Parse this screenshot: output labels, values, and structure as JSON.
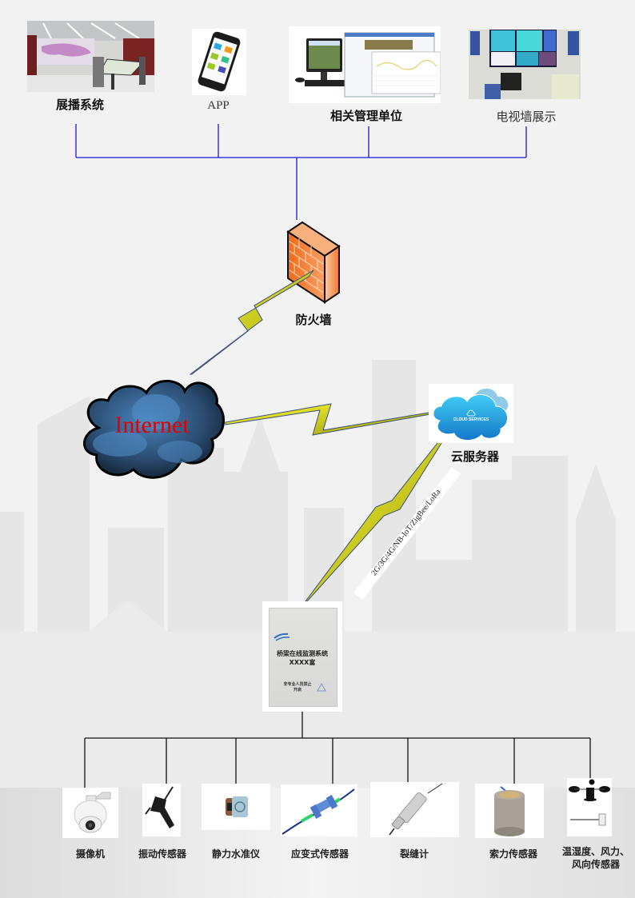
{
  "colors": {
    "top_connector": "#1a1acc",
    "bottom_connector": "#111111",
    "internet_text": "#e00000",
    "lightning_fill": "#f2f20a",
    "firewall_orange": "#f47a2a"
  },
  "top_nodes": [
    {
      "label": "展播系统",
      "icon": "control-room-photo"
    },
    {
      "label": "APP",
      "icon": "smartphone-app-photo"
    },
    {
      "label": "相关管理单位",
      "icon": "computer-dashboard-photo"
    },
    {
      "label": "电视墙展示",
      "icon": "tv-wall-photo"
    }
  ],
  "firewall": {
    "label": "防火墙",
    "icon": "firewall-brick-icon"
  },
  "internet": {
    "label": "Internet",
    "icon": "storm-cloud-icon"
  },
  "cloud_server": {
    "label": "云服务器",
    "badge": "CLOUD SERVICES",
    "icon": "cloud-services-icon"
  },
  "wireless_link": {
    "label": "2G/3G/4G/NB-IoT/ZigBee/LoRa"
  },
  "cabinet": {
    "title": "桥梁在线监测系统",
    "subtitle": "XXXX富",
    "warning": "非专业人员禁止",
    "warning2": "开启"
  },
  "sensors": [
    {
      "label": "摄像机",
      "icon": "dome-camera-icon"
    },
    {
      "label": "振动传感器",
      "icon": "vibration-sensor-icon"
    },
    {
      "label": "静力水准仪",
      "icon": "static-level-icon"
    },
    {
      "label": "应变式传感器",
      "icon": "strain-sensor-icon"
    },
    {
      "label": "裂缝计",
      "icon": "crack-meter-icon"
    },
    {
      "label": "索力传感器",
      "icon": "cable-force-sensor-icon"
    },
    {
      "label": "温湿度、风力、",
      "label2": "风向传感器",
      "icon": "weather-sensor-icon"
    }
  ]
}
